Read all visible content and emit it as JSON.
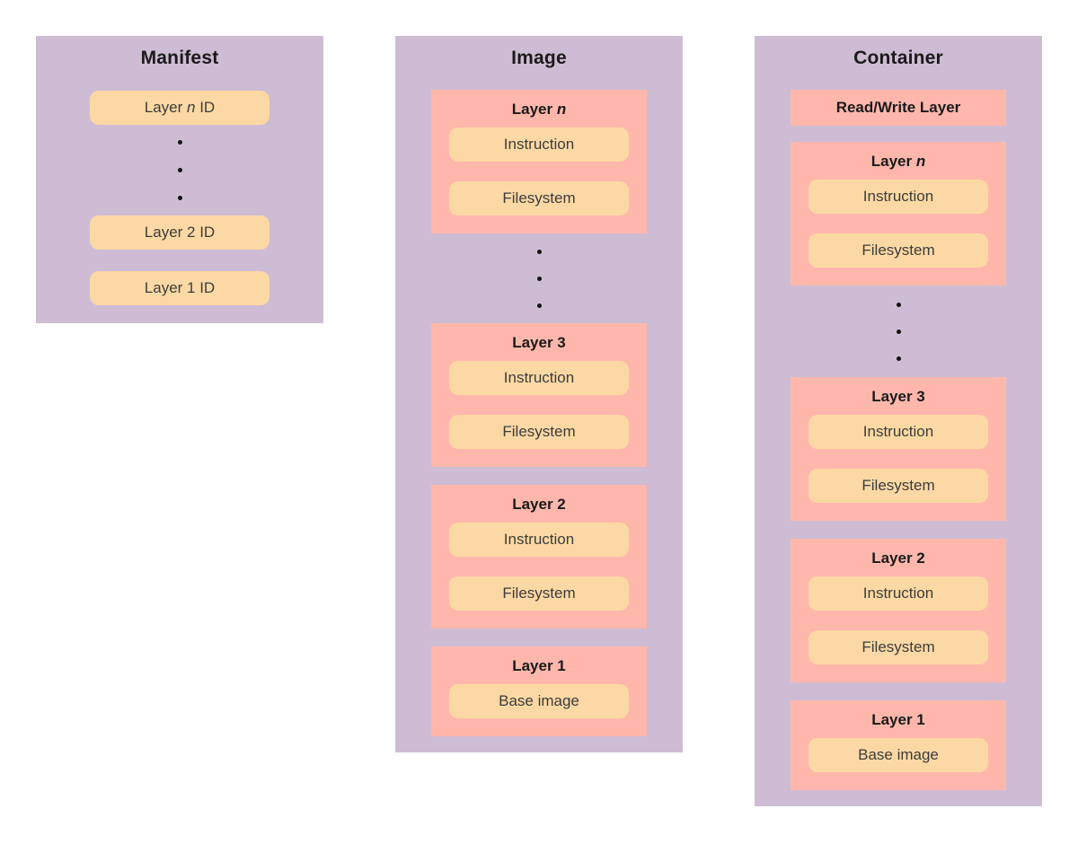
{
  "colors": {
    "panel_bg": "#cebcd4",
    "layer_bg": "#ffb7ac",
    "pill_bg": "#fcd9a4",
    "title_text": "#1a1a1a",
    "pill_text": "#3c3c3c",
    "dot_color": "#111111"
  },
  "manifest": {
    "title": "Manifest",
    "items": [
      {
        "pre": "Layer ",
        "italic": "n",
        "post": " ID"
      },
      {
        "pre": "Layer 2 ID",
        "italic": "",
        "post": ""
      },
      {
        "pre": "Layer 1 ID",
        "italic": "",
        "post": ""
      }
    ]
  },
  "image": {
    "title": "Image",
    "layers": [
      {
        "title_pre": "Layer ",
        "title_italic": "n",
        "pills": [
          "Instruction",
          "Filesystem"
        ]
      },
      {
        "title_pre": "Layer 3",
        "title_italic": "",
        "pills": [
          "Instruction",
          "Filesystem"
        ]
      },
      {
        "title_pre": "Layer 2",
        "title_italic": "",
        "pills": [
          "Instruction",
          "Filesystem"
        ]
      },
      {
        "title_pre": "Layer 1",
        "title_italic": "",
        "pills": [
          "Base image"
        ]
      }
    ]
  },
  "container": {
    "title": "Container",
    "rw_layer": "Read/Write Layer",
    "layers": [
      {
        "title_pre": "Layer ",
        "title_italic": "n",
        "pills": [
          "Instruction",
          "Filesystem"
        ]
      },
      {
        "title_pre": "Layer 3",
        "title_italic": "",
        "pills": [
          "Instruction",
          "Filesystem"
        ]
      },
      {
        "title_pre": "Layer 2",
        "title_italic": "",
        "pills": [
          "Instruction",
          "Filesystem"
        ]
      },
      {
        "title_pre": "Layer 1",
        "title_italic": "",
        "pills": [
          "Base image"
        ]
      }
    ]
  }
}
